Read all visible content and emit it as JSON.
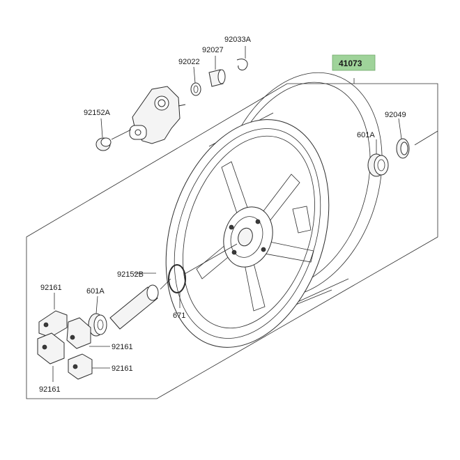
{
  "labels": {
    "main_assembly": "41073",
    "clip": "92033A",
    "collar": "92027",
    "washer": "92022",
    "sprocket_nut": "92152A",
    "oil_seal": "92049",
    "bearing_right": "601A",
    "spacer": "92152B",
    "bearing_left": "601A",
    "o_ring": "671",
    "damper_top": "92161",
    "damper_right_1": "92161",
    "damper_right_2": "92161",
    "damper_bottom": "92161"
  },
  "colors": {
    "highlight_box": "#9fd39a",
    "line": "#2b2b2b"
  }
}
